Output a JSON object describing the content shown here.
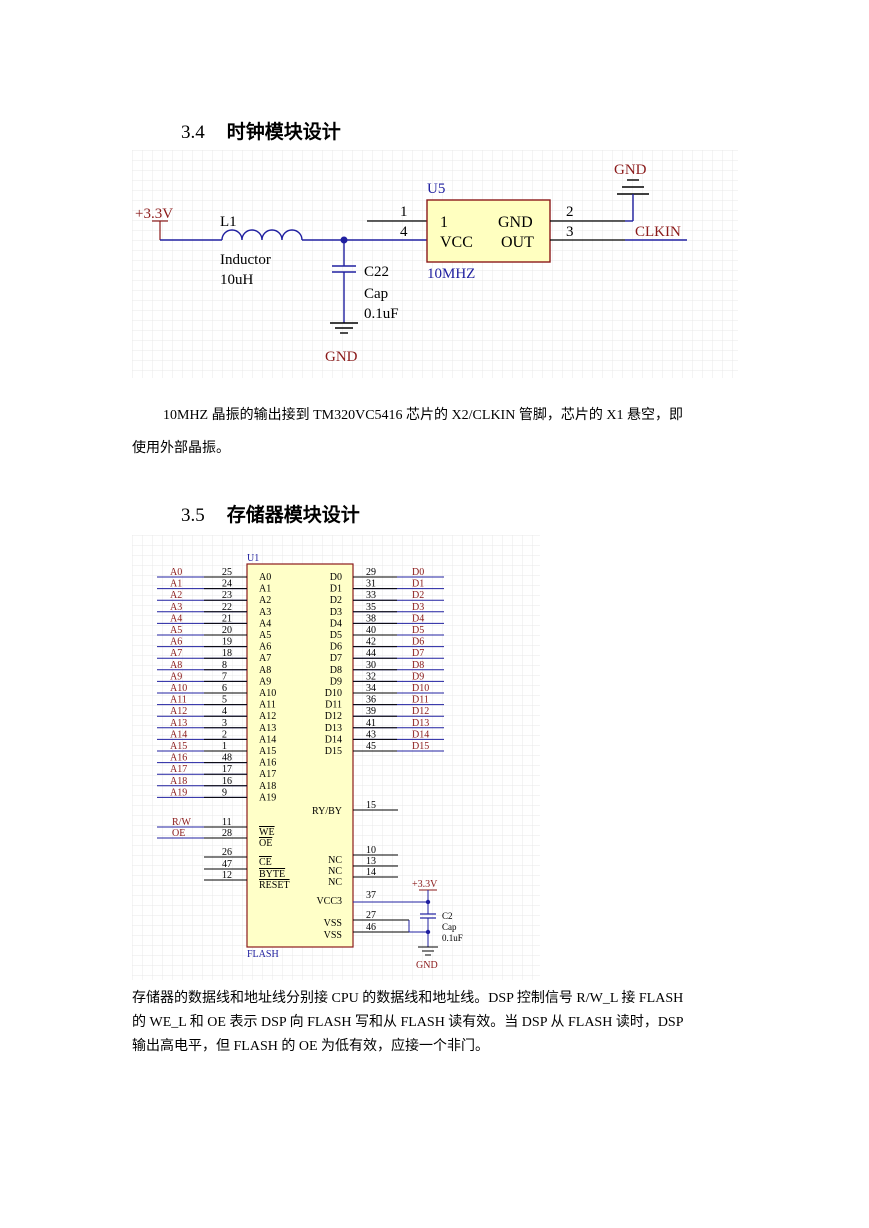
{
  "section1": {
    "number": "3.4",
    "title": "时钟模块设计",
    "paragraph_line1": "10MHZ 晶振的输出接到 TM320VC5416 芯片的 X2/CLKIN 管脚，芯片的 X1 悬空，即",
    "paragraph_line2": "使用外部晶振。",
    "schematic": {
      "power_label": "+3.3V",
      "inductor_ref": "L1",
      "inductor_name": "Inductor",
      "inductor_value": "10uH",
      "cap_ref": "C22",
      "cap_name": "Cap",
      "cap_value": "0.1uF",
      "gnd_label": "GND",
      "chip_ref": "U5",
      "chip_value": "10MHZ",
      "pin1_num": "1",
      "pin4_num": "4",
      "pin2_num": "2",
      "pin3_num": "3",
      "pin1_name": "1",
      "pin4_name": "VCC",
      "pin2_name": "GND",
      "pin3_name": "OUT",
      "top_gnd_label": "GND",
      "output_net": "CLKIN"
    }
  },
  "section2": {
    "number": "3.5",
    "title": "存储器模块设计",
    "paragraph_line1": "存储器的数据线和地址线分别接 CPU 的数据线和地址线。DSP 控制信号 R/W_L 接 FLASH",
    "paragraph_line2": "的 WE_L 和 OE 表示 DSP 向 FLASH 写和从 FLASH 读有效。当 DSP 从 FLASH 读时，DSP",
    "paragraph_line3": "输出高电平，但 FLASH 的 OE 为低有效，应接一个非门。",
    "schematic": {
      "chip_ref": "U1",
      "chip_name": "FLASH",
      "address_pins": [
        {
          "net": "A0",
          "num": "25",
          "name": "A0"
        },
        {
          "net": "A1",
          "num": "24",
          "name": "A1"
        },
        {
          "net": "A2",
          "num": "23",
          "name": "A2"
        },
        {
          "net": "A3",
          "num": "22",
          "name": "A3"
        },
        {
          "net": "A4",
          "num": "21",
          "name": "A4"
        },
        {
          "net": "A5",
          "num": "20",
          "name": "A5"
        },
        {
          "net": "A6",
          "num": "19",
          "name": "A6"
        },
        {
          "net": "A7",
          "num": "18",
          "name": "A7"
        },
        {
          "net": "A8",
          "num": "8",
          "name": "A8"
        },
        {
          "net": "A9",
          "num": "7",
          "name": "A9"
        },
        {
          "net": "A10",
          "num": "6",
          "name": "A10"
        },
        {
          "net": "A11",
          "num": "5",
          "name": "A11"
        },
        {
          "net": "A12",
          "num": "4",
          "name": "A12"
        },
        {
          "net": "A13",
          "num": "3",
          "name": "A13"
        },
        {
          "net": "A14",
          "num": "2",
          "name": "A14"
        },
        {
          "net": "A15",
          "num": "1",
          "name": "A15"
        },
        {
          "net": "A16",
          "num": "48",
          "name": "A16"
        },
        {
          "net": "A17",
          "num": "17",
          "name": "A17"
        },
        {
          "net": "A18",
          "num": "16",
          "name": "A18"
        },
        {
          "net": "A19",
          "num": "9",
          "name": "A19"
        }
      ],
      "data_pins": [
        {
          "net": "D0",
          "num": "29",
          "name": "D0"
        },
        {
          "net": "D1",
          "num": "31",
          "name": "D1"
        },
        {
          "net": "D2",
          "num": "33",
          "name": "D2"
        },
        {
          "net": "D3",
          "num": "35",
          "name": "D3"
        },
        {
          "net": "D4",
          "num": "38",
          "name": "D4"
        },
        {
          "net": "D5",
          "num": "40",
          "name": "D5"
        },
        {
          "net": "D6",
          "num": "42",
          "name": "D6"
        },
        {
          "net": "D7",
          "num": "44",
          "name": "D7"
        },
        {
          "net": "D8",
          "num": "30",
          "name": "D8"
        },
        {
          "net": "D9",
          "num": "32",
          "name": "D9"
        },
        {
          "net": "D10",
          "num": "34",
          "name": "D10"
        },
        {
          "net": "D11",
          "num": "36",
          "name": "D11"
        },
        {
          "net": "D12",
          "num": "39",
          "name": "D12"
        },
        {
          "net": "D13",
          "num": "41",
          "name": "D13"
        },
        {
          "net": "D14",
          "num": "43",
          "name": "D14"
        },
        {
          "net": "D15",
          "num": "45",
          "name": "D15"
        }
      ],
      "control_pins": [
        {
          "net": "R/W",
          "num": "11",
          "name": "WE"
        },
        {
          "net": "OE",
          "num": "28",
          "name": "OE"
        },
        {
          "net": "",
          "num": "26",
          "name": "CE"
        },
        {
          "net": "",
          "num": "47",
          "name": "BYTE"
        },
        {
          "net": "",
          "num": "12",
          "name": "RESET"
        }
      ],
      "ryby": {
        "num": "15",
        "name": "RY/BY"
      },
      "nc_pins": [
        {
          "num": "10",
          "name": "NC"
        },
        {
          "num": "13",
          "name": "NC"
        },
        {
          "num": "14",
          "name": "NC"
        }
      ],
      "vcc_pin": {
        "num": "37",
        "name": "VCC3"
      },
      "vss_pins": [
        {
          "num": "27",
          "name": "VSS"
        },
        {
          "num": "46",
          "name": "VSS"
        }
      ],
      "power_label": "+3.3V",
      "cap_ref": "C2",
      "cap_name": "Cap",
      "cap_value": "0.1uF",
      "gnd_label": "GND"
    }
  },
  "colors": {
    "net_red": "#8b1a1a",
    "wire_blue": "#2020a0",
    "chip_fill": "#ffffc0",
    "chip_fill_2": "#ffffc8",
    "grid": "#e6e6e6"
  }
}
